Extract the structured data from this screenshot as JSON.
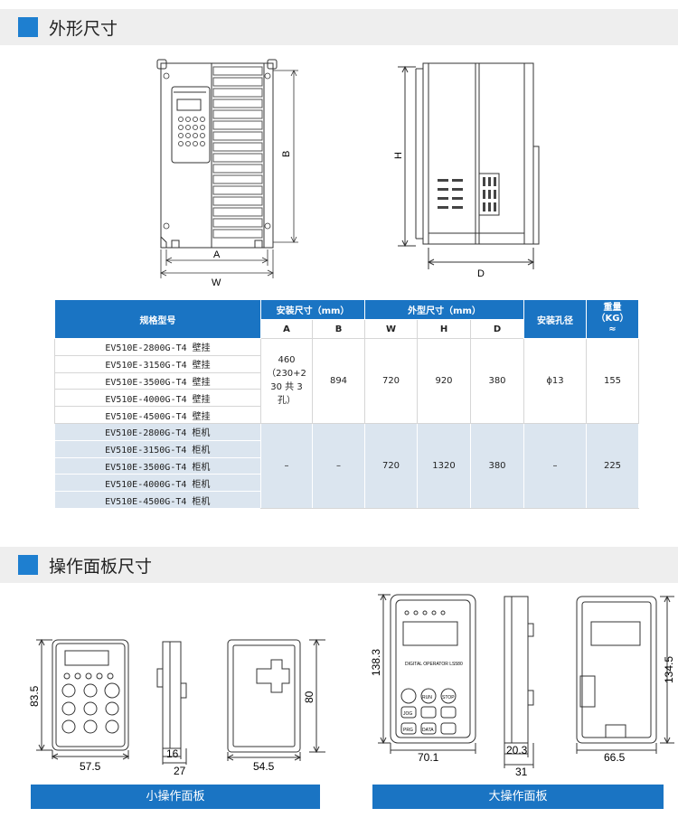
{
  "sections": {
    "outline_title": "外形尺寸",
    "panel_title": "操作面板尺寸"
  },
  "outline_drawing": {
    "front_labels": {
      "a": "A",
      "b": "B",
      "w": "W"
    },
    "side_labels": {
      "h": "H",
      "d": "D"
    }
  },
  "table": {
    "headers": {
      "model": "规格型号",
      "install_size": "安装尺寸（mm）",
      "outline_size": "外型尺寸（mm）",
      "hole": "安装孔径",
      "weight_l1": "重量",
      "weight_l2": "（KG）",
      "weight_l3": "≈",
      "a": "A",
      "b": "B",
      "w": "W",
      "h": "H",
      "d": "D"
    },
    "group1": {
      "models": [
        "EV510E-2800G-T4 壁挂",
        "EV510E-3150G-T4 壁挂",
        "EV510E-3500G-T4 壁挂",
        "EV510E-4000G-T4 壁挂",
        "EV510E-4500G-T4 壁挂"
      ],
      "a": "460\n（230+2\n30 共 3\n孔）",
      "b": "894",
      "w": "720",
      "h": "920",
      "d": "380",
      "hole": "ϕ13",
      "weight": "155"
    },
    "group2": {
      "models": [
        "EV510E-2800G-T4 柜机",
        "EV510E-3150G-T4 柜机",
        "EV510E-3500G-T4 柜机",
        "EV510E-4000G-T4 柜机",
        "EV510E-4500G-T4 柜机"
      ],
      "a": "–",
      "b": "–",
      "w": "720",
      "h": "1320",
      "d": "380",
      "hole": "–",
      "weight": "225"
    }
  },
  "small_panel": {
    "label": "小操作面板",
    "dims": {
      "height": "83.5",
      "width": "57.5",
      "depth_a": "16",
      "depth_b": "27",
      "back_width": "54.5",
      "back_height": "80"
    }
  },
  "large_panel": {
    "label": "大操作面板",
    "brand_text": "DIGITAL OPERATOR LS580",
    "keys": [
      "JOG",
      "RUN",
      "STOP",
      "PRG",
      "DATA"
    ],
    "dims": {
      "height": "138.3",
      "width": "70.1",
      "depth_a": "20.3",
      "depth_b": "31",
      "back_width": "66.5",
      "back_height": "134.5"
    }
  }
}
